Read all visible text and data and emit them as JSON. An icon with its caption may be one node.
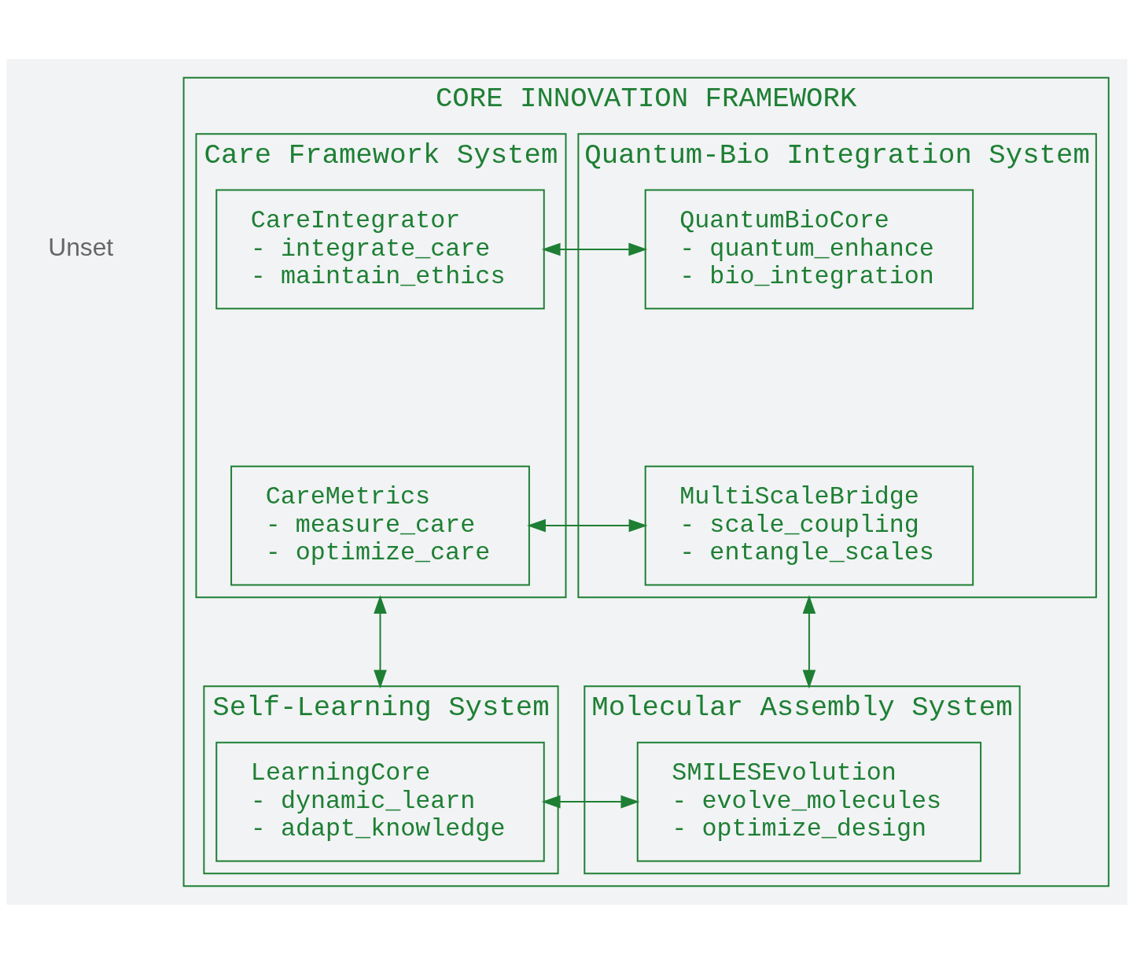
{
  "diagram": {
    "nodes": [
      {
        "text": [
          "CORE INNOVATION FRAMEWORK"
        ]
      },
      {
        "text": [
          "Quantum-Bio Integration System"
        ],
        "in": 0
      },
      {
        "text": [
          "QuantumBioCore",
          "- quantum_enhance",
          "- bio_integration"
        ],
        "in": 1
      },
      {
        "text": [
          "MultiScaleBridge",
          "- scale_coupling",
          "- entangle_scales"
        ],
        "in": 1
      },
      {
        "text": [
          "Care Framework System"
        ],
        "in": 0
      },
      {
        "text": [
          "CareIntegrator",
          "- integrate_care",
          "- maintain_ethics"
        ],
        "in": 4
      },
      {
        "text": [
          "CareMetrics",
          "- measure_care",
          "- optimize_care"
        ],
        "in": 4
      },
      {
        "text": [
          "Molecular Assembly System"
        ],
        "in": 0
      },
      {
        "text": [
          "SMILESEvolution",
          "- evolve_molecules",
          "- optimize_design"
        ],
        "in": 7
      },
      {
        "text": [
          "Self-Learning System"
        ],
        "in": 0
      },
      {
        "text": [
          "LearningCore",
          "- dynamic_learn",
          "- adapt_knowledge"
        ],
        "in": 9
      }
    ],
    "edges": [
      {
        "from": 2,
        "to": 5,
        "arrow": "both"
      },
      {
        "from": 3,
        "to": 6,
        "arrow": "both"
      },
      {
        "from": 1,
        "to": 7,
        "arrow": "both"
      },
      {
        "from": 4,
        "to": 9,
        "arrow": "both"
      },
      {
        "from": 8,
        "to": 10,
        "arrow": "both"
      }
    ],
    "labels": [
      "Unset"
    ]
  }
}
